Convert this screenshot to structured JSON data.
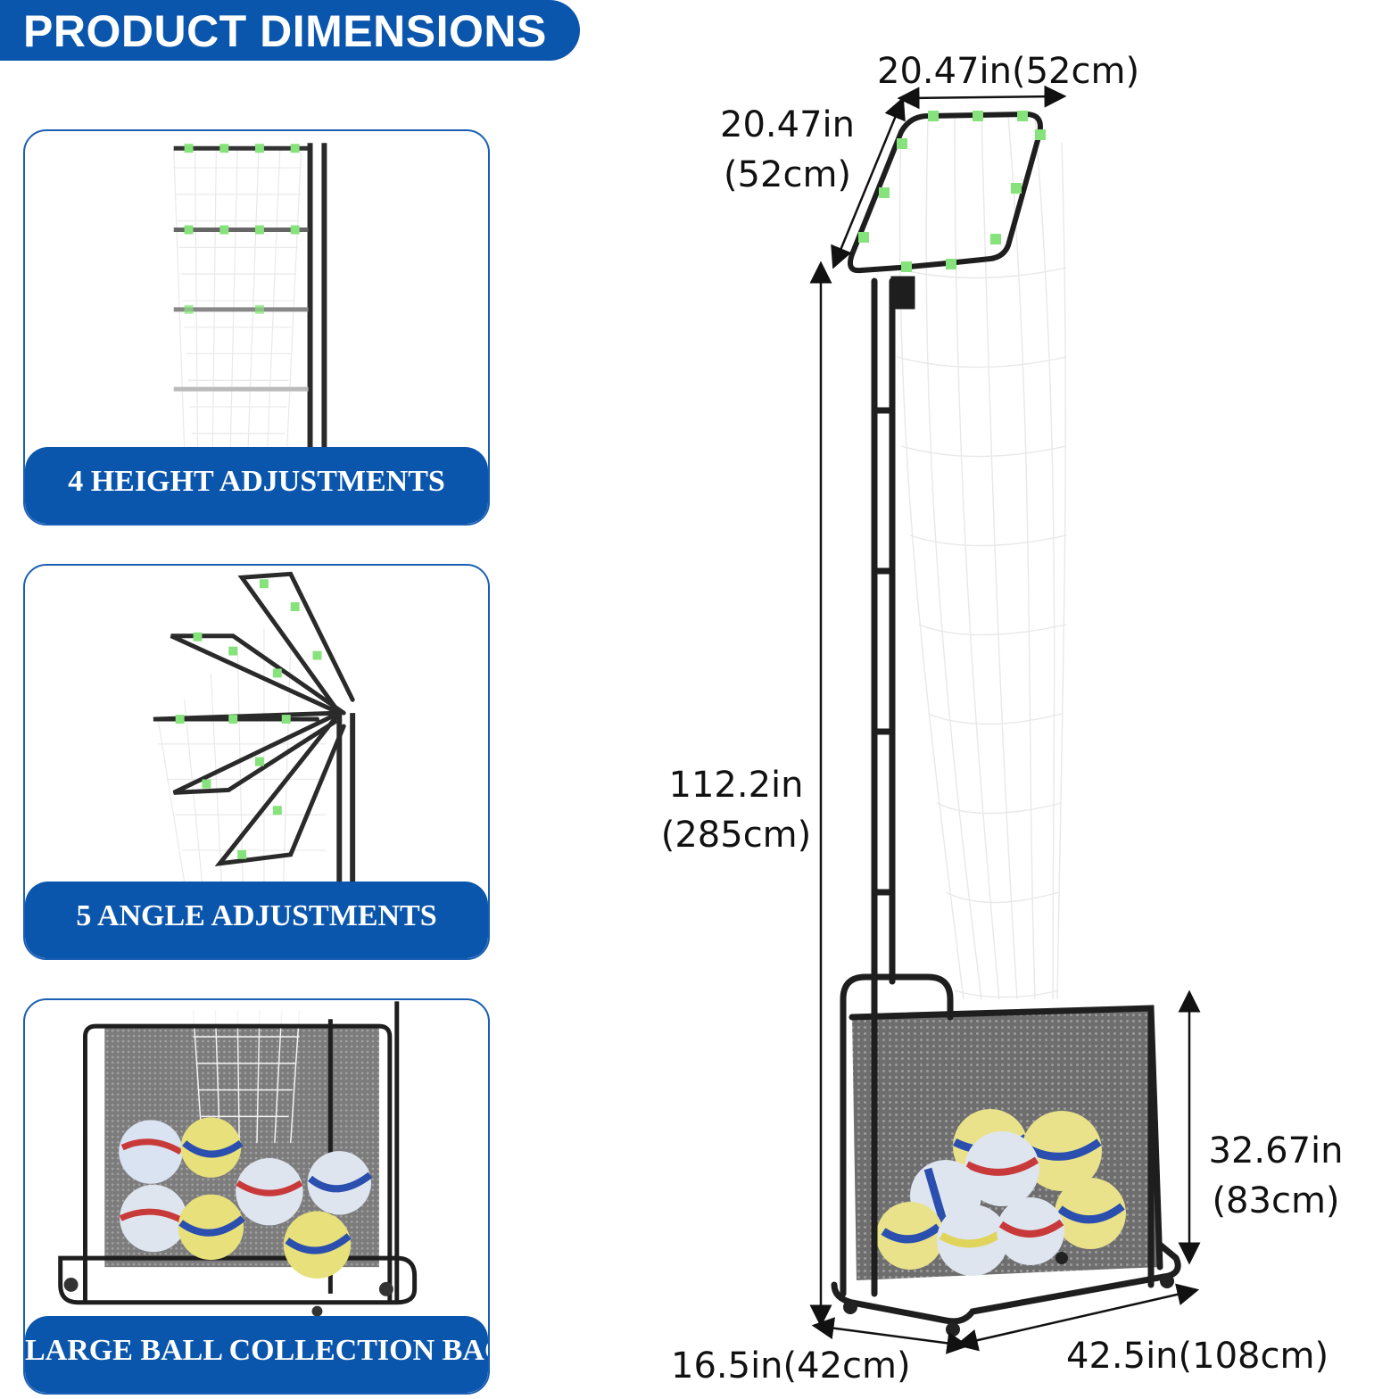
{
  "header": {
    "title": "PRODUCT DIMENSIONS"
  },
  "cards": [
    {
      "caption": "4 HEIGHT ADJUSTMENTS"
    },
    {
      "caption": "5 ANGLE ADJUSTMENTS"
    },
    {
      "caption": "LARGE BALL COLLECTION BAG"
    }
  ],
  "dimensions": {
    "top_width": "20.47in(52cm)",
    "top_depth_in": "20.47in",
    "top_depth_cm": "(52cm)",
    "height_in": "112.2in",
    "height_cm": "(285cm)",
    "bag_height_in": "32.67in",
    "bag_height_cm": "(83cm)",
    "base_depth": "16.5in(42cm)",
    "base_width": "42.5in(108cm)"
  },
  "colors": {
    "brand_blue": "#0b56ad",
    "frame_black": "#1e1e1e",
    "clip_green": "#86e27a",
    "net_white": "#f2f2f2"
  }
}
